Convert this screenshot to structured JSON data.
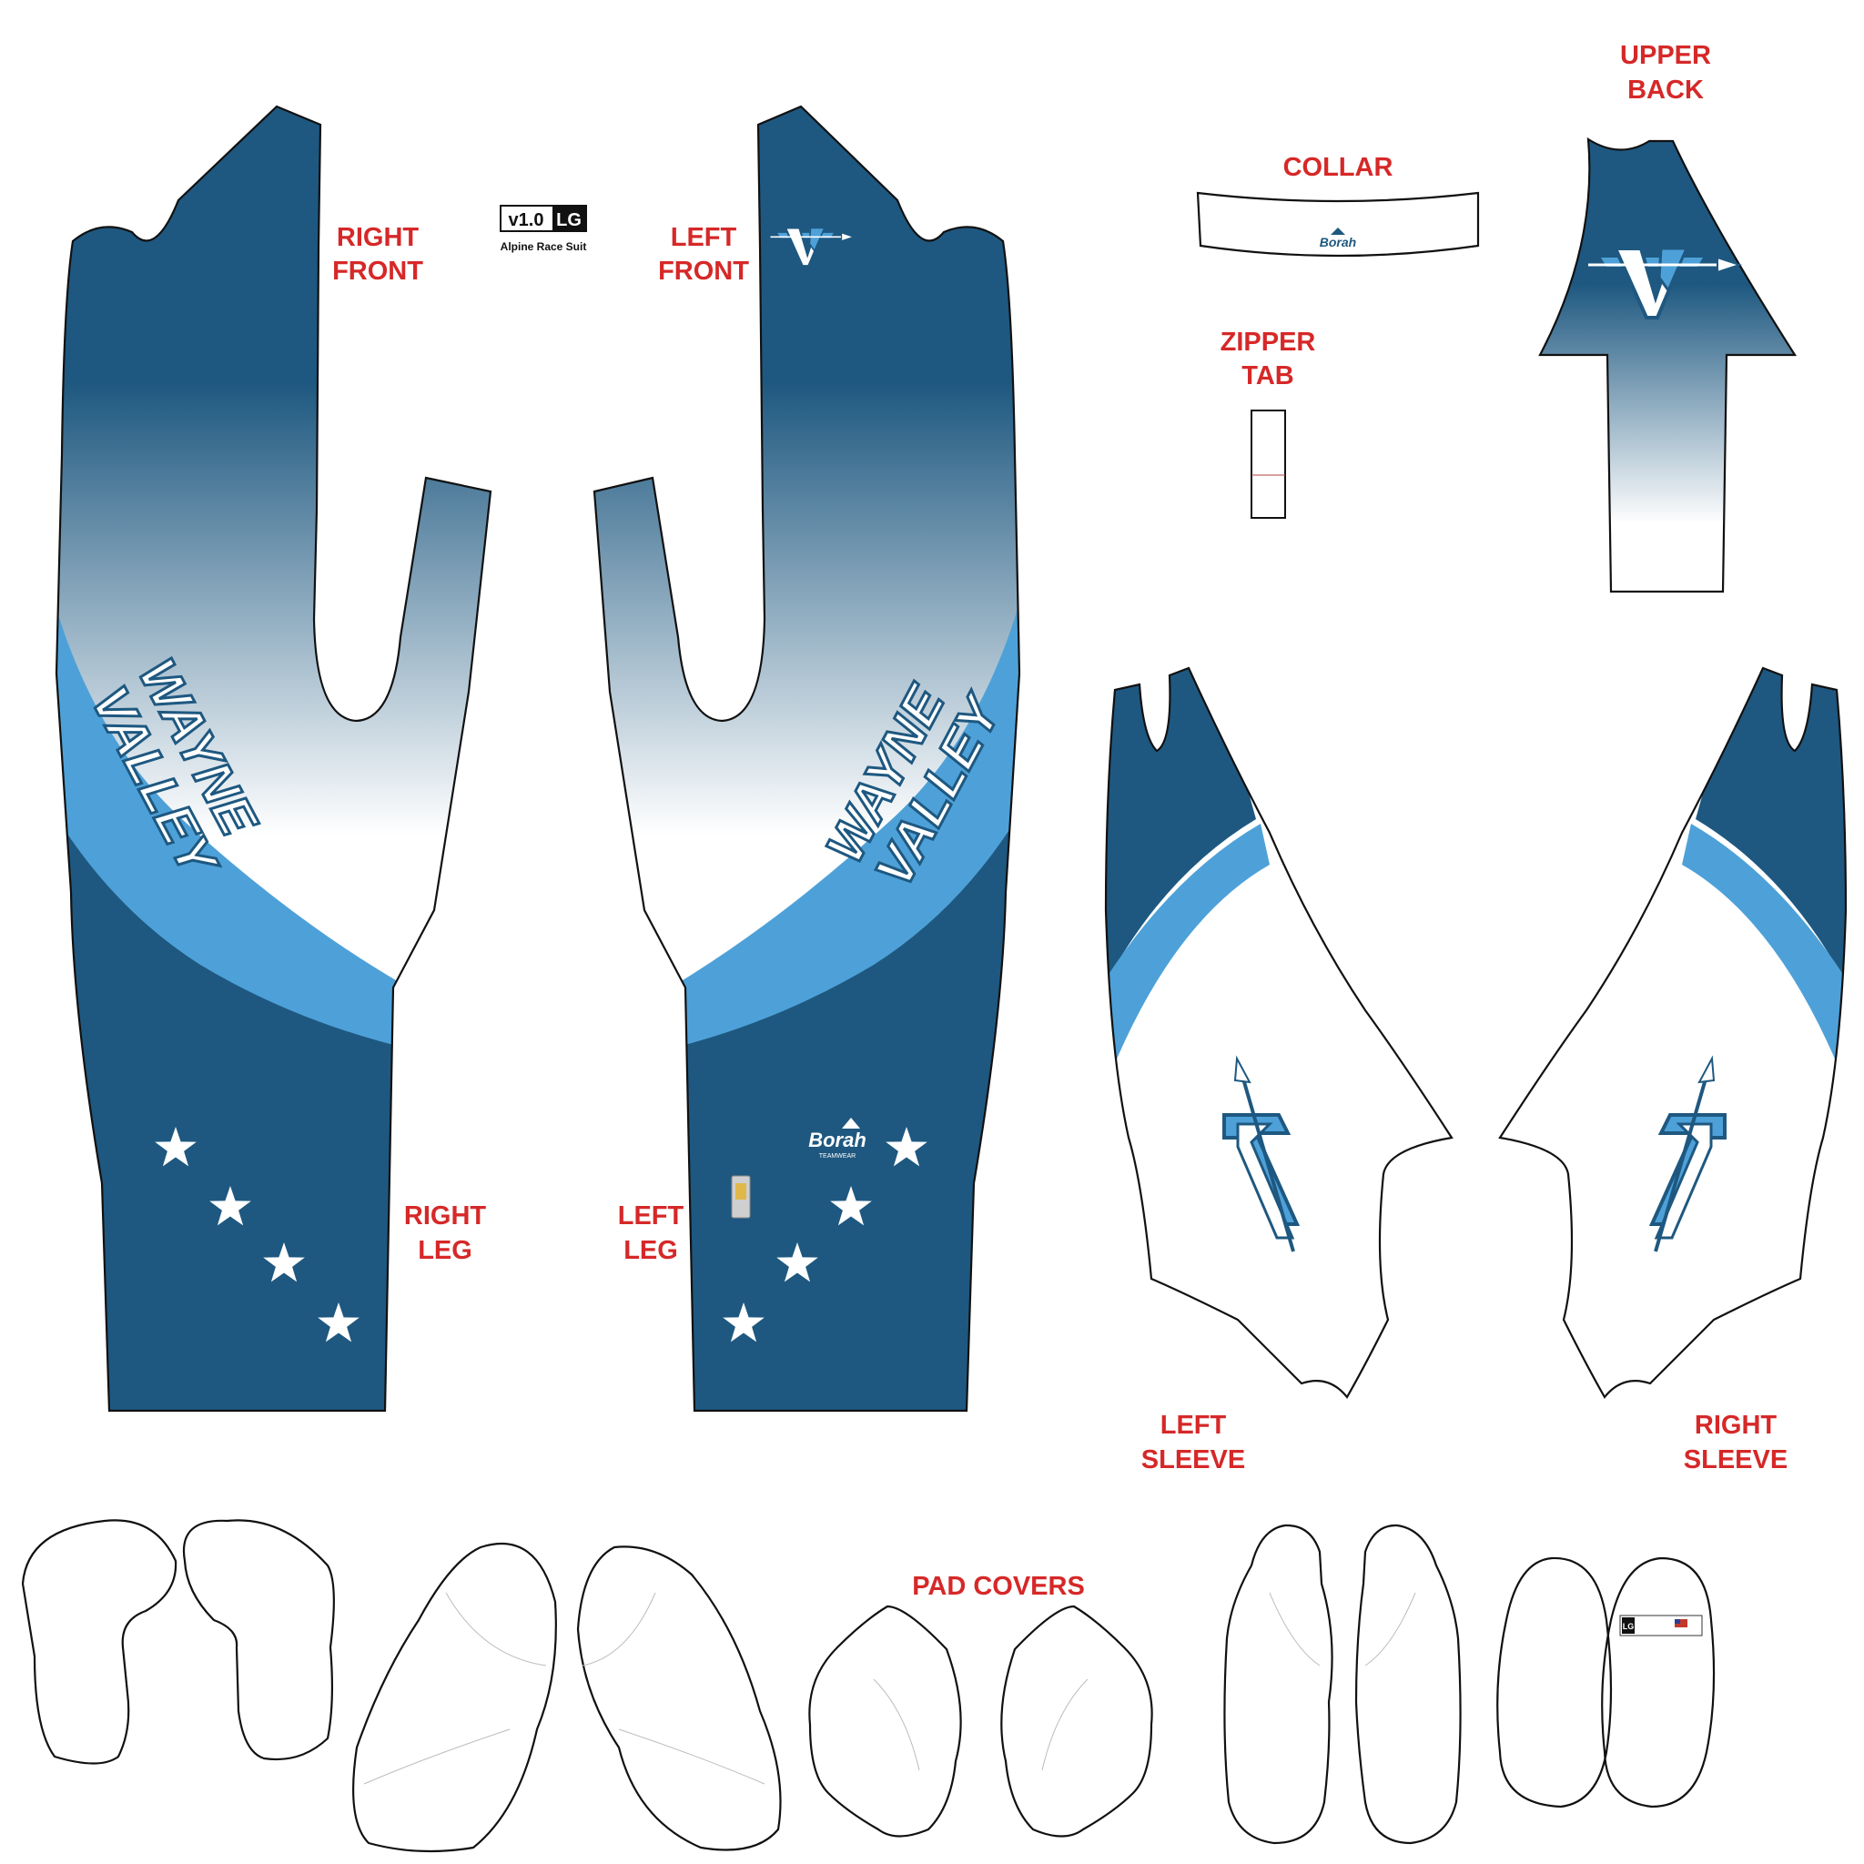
{
  "badge": {
    "version": "v1.0",
    "size": "LG",
    "product": "Alpine Race Suit"
  },
  "labels": {
    "right_front": [
      "RIGHT",
      "FRONT"
    ],
    "left_front": [
      "LEFT",
      "FRONT"
    ],
    "collar": "COLLAR",
    "zipper_tab": [
      "ZIPPER",
      "TAB"
    ],
    "upper_back": [
      "UPPER",
      "BACK"
    ],
    "right_leg": [
      "RIGHT",
      "LEG"
    ],
    "left_leg": [
      "LEFT",
      "LEG"
    ],
    "left_sleeve": [
      "LEFT",
      "SLEEVE"
    ],
    "right_sleeve": [
      "RIGHT",
      "SLEEVE"
    ],
    "pad_covers": "PAD COVERS"
  },
  "graphics": {
    "team_word_1": "WAYNE",
    "team_word_2": "VALLEY",
    "brand": "Borah",
    "brand_sub": "TEAMWEAR",
    "label_tag_size": "LG"
  },
  "colors": {
    "navy": "#1e5880",
    "sky": "#4ea1d8",
    "label_red": "#d62828",
    "outline": "#111111"
  }
}
